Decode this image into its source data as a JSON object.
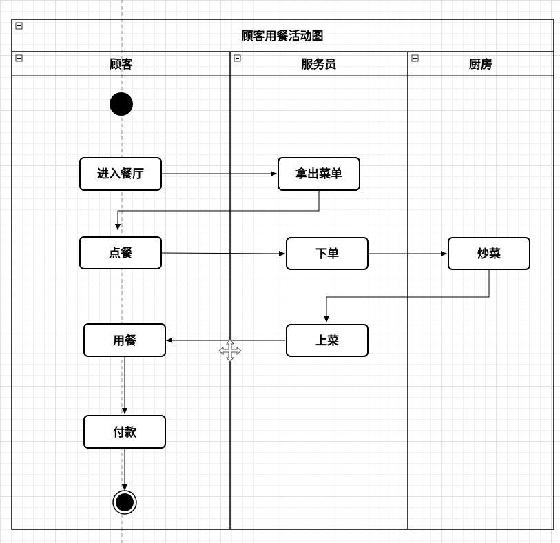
{
  "diagram": {
    "title": "顾客用餐活动图",
    "lanes": [
      {
        "id": "customer",
        "label": "顾客"
      },
      {
        "id": "waiter",
        "label": "服务员"
      },
      {
        "id": "kitchen",
        "label": "厨房"
      }
    ],
    "nodes": [
      {
        "id": "start",
        "kind": "initial"
      },
      {
        "id": "enter",
        "kind": "action",
        "label": "进入餐厅"
      },
      {
        "id": "menu",
        "kind": "action",
        "label": "拿出菜单"
      },
      {
        "id": "order",
        "kind": "action",
        "label": "点餐"
      },
      {
        "id": "place",
        "kind": "action",
        "label": "下单"
      },
      {
        "id": "cook",
        "kind": "action",
        "label": "炒菜"
      },
      {
        "id": "serve",
        "kind": "action",
        "label": "上菜"
      },
      {
        "id": "eat",
        "kind": "action",
        "label": "用餐"
      },
      {
        "id": "pay",
        "kind": "action",
        "label": "付款"
      },
      {
        "id": "end",
        "kind": "final"
      }
    ],
    "edges": [
      {
        "from": "enter",
        "to": "menu"
      },
      {
        "from": "menu",
        "to": "order"
      },
      {
        "from": "order",
        "to": "place"
      },
      {
        "from": "place",
        "to": "cook"
      },
      {
        "from": "cook",
        "to": "serve"
      },
      {
        "from": "serve",
        "to": "eat"
      },
      {
        "from": "eat",
        "to": "pay"
      },
      {
        "from": "pay",
        "to": "end"
      }
    ],
    "icons": {
      "collapse": "minus-square-icon",
      "move": "move-cursor-icon"
    }
  }
}
